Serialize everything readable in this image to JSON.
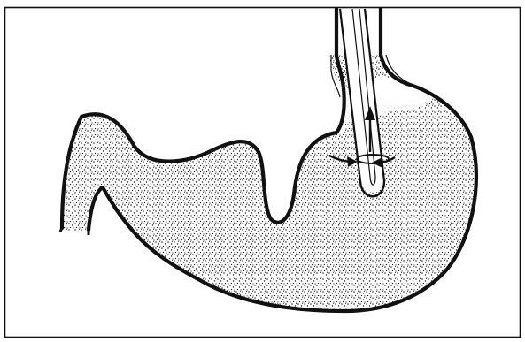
{
  "figure": {
    "subject": "stomach-with-tube-illustration",
    "colors": {
      "background": "#ffffff",
      "ink": "#111111",
      "stipple": "#1a1a1a"
    },
    "icons": [
      "stomach-outline",
      "tube",
      "flow-arrow-up",
      "flow-arrow-left",
      "flow-arrow-right"
    ]
  }
}
